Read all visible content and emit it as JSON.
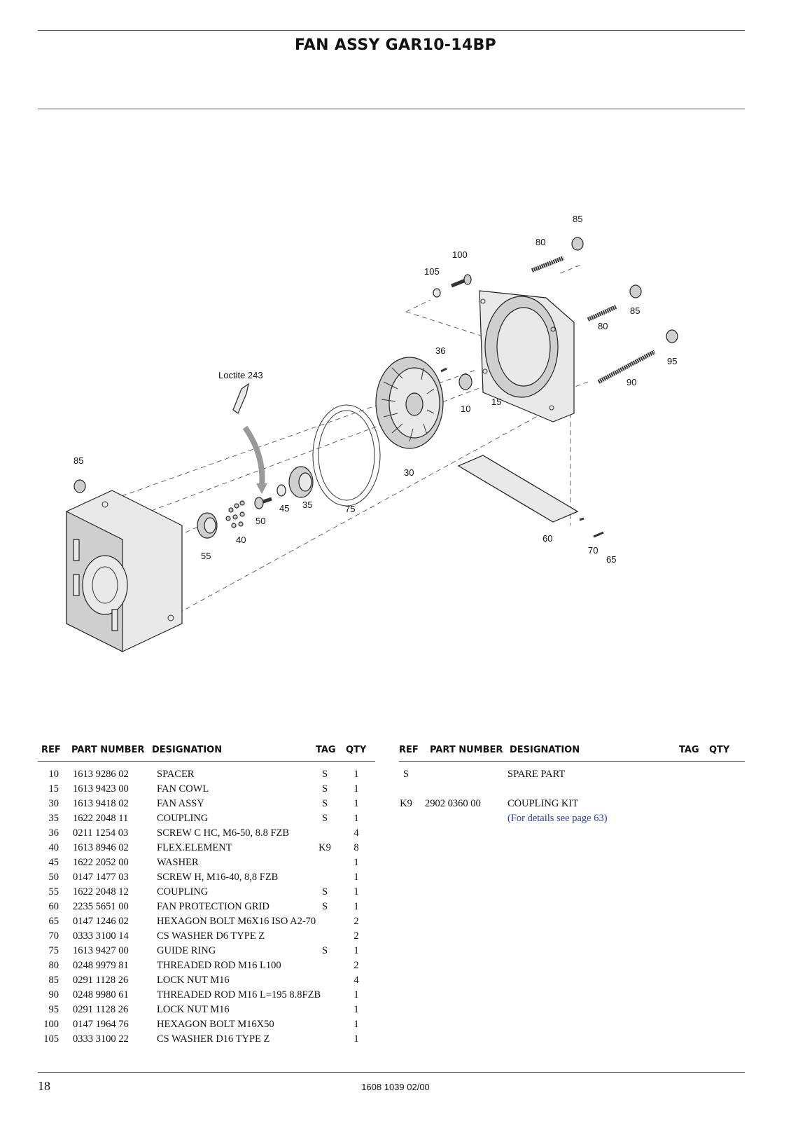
{
  "header": {
    "title": "FAN ASSY GAR10-14BP"
  },
  "diagram": {
    "note": "Loctite 243",
    "callouts": [
      "85",
      "80",
      "100",
      "105",
      "85",
      "80",
      "36",
      "95",
      "90",
      "15",
      "10",
      "30",
      "75",
      "35",
      "45",
      "50",
      "40",
      "55",
      "85",
      "60",
      "70",
      "65"
    ]
  },
  "table_left": {
    "headers": {
      "ref": "REF",
      "part_number": "PART NUMBER",
      "designation": "DESIGNATION",
      "tag": "TAG",
      "qty": "QTY"
    },
    "rows": [
      {
        "ref": "10",
        "part_number": "1613 9286 02",
        "designation": "SPACER",
        "tag": "S",
        "qty": "1"
      },
      {
        "ref": "15",
        "part_number": "1613 9423 00",
        "designation": "FAN COWL",
        "tag": "S",
        "qty": "1"
      },
      {
        "ref": "30",
        "part_number": "1613 9418 02",
        "designation": "FAN ASSY",
        "tag": "S",
        "qty": "1"
      },
      {
        "ref": "35",
        "part_number": "1622 2048 11",
        "designation": "COUPLING",
        "tag": "S",
        "qty": "1"
      },
      {
        "ref": "36",
        "part_number": "0211 1254 03",
        "designation": "SCREW C HC, M6-50, 8.8 FZB",
        "tag": "",
        "qty": "4"
      },
      {
        "ref": "40",
        "part_number": "1613 8946 02",
        "designation": "FLEX.ELEMENT",
        "tag": "K9",
        "qty": "8"
      },
      {
        "ref": "45",
        "part_number": "1622 2052 00",
        "designation": "WASHER",
        "tag": "",
        "qty": "1"
      },
      {
        "ref": "50",
        "part_number": "0147 1477 03",
        "designation": "SCREW H, M16-40, 8,8 FZB",
        "tag": "",
        "qty": "1"
      },
      {
        "ref": "55",
        "part_number": "1622 2048 12",
        "designation": "COUPLING",
        "tag": "S",
        "qty": "1"
      },
      {
        "ref": "60",
        "part_number": "2235 5651 00",
        "designation": "FAN PROTECTION GRID",
        "tag": "S",
        "qty": "1"
      },
      {
        "ref": "65",
        "part_number": "0147 1246 02",
        "designation": "HEXAGON BOLT M6X16   ISO A2-70",
        "tag": "",
        "qty": "2"
      },
      {
        "ref": "70",
        "part_number": "0333 3100 14",
        "designation": "CS WASHER D6 TYPE Z",
        "tag": "",
        "qty": "2"
      },
      {
        "ref": "75",
        "part_number": "1613 9427 00",
        "designation": "GUIDE RING",
        "tag": "S",
        "qty": "1"
      },
      {
        "ref": "80",
        "part_number": "0248 9979 81",
        "designation": "THREADED ROD M16 L100",
        "tag": "",
        "qty": "2"
      },
      {
        "ref": "85",
        "part_number": "0291 1128 26",
        "designation": "LOCK NUT M16",
        "tag": "",
        "qty": "4"
      },
      {
        "ref": "90",
        "part_number": "0248 9980 61",
        "designation": "THREADED ROD M16 L=195 8.8FZB",
        "tag": "",
        "qty": "1"
      },
      {
        "ref": "95",
        "part_number": "0291 1128 26",
        "designation": "LOCK NUT M16",
        "tag": "",
        "qty": "1"
      },
      {
        "ref": "100",
        "part_number": "0147 1964 76",
        "designation": "HEXAGON BOLT M16X50",
        "tag": "",
        "qty": "1"
      },
      {
        "ref": "105",
        "part_number": "0333 3100 22",
        "designation": "CS WASHER D16 TYPE Z",
        "tag": "",
        "qty": "1"
      }
    ]
  },
  "table_right": {
    "headers": {
      "ref": "REF",
      "part_number": "PART NUMBER",
      "designation": "DESIGNATION",
      "tag": "TAG",
      "qty": "QTY"
    },
    "spare": {
      "ref": "S",
      "designation": "SPARE PART"
    },
    "kit": {
      "ref": "K9",
      "part_number": "2902 0360 00",
      "designation": "COUPLING KIT",
      "note": "(For details see page 63)"
    }
  },
  "footer": {
    "page_number": "18",
    "doc_code": "1608 1039 02/00"
  }
}
